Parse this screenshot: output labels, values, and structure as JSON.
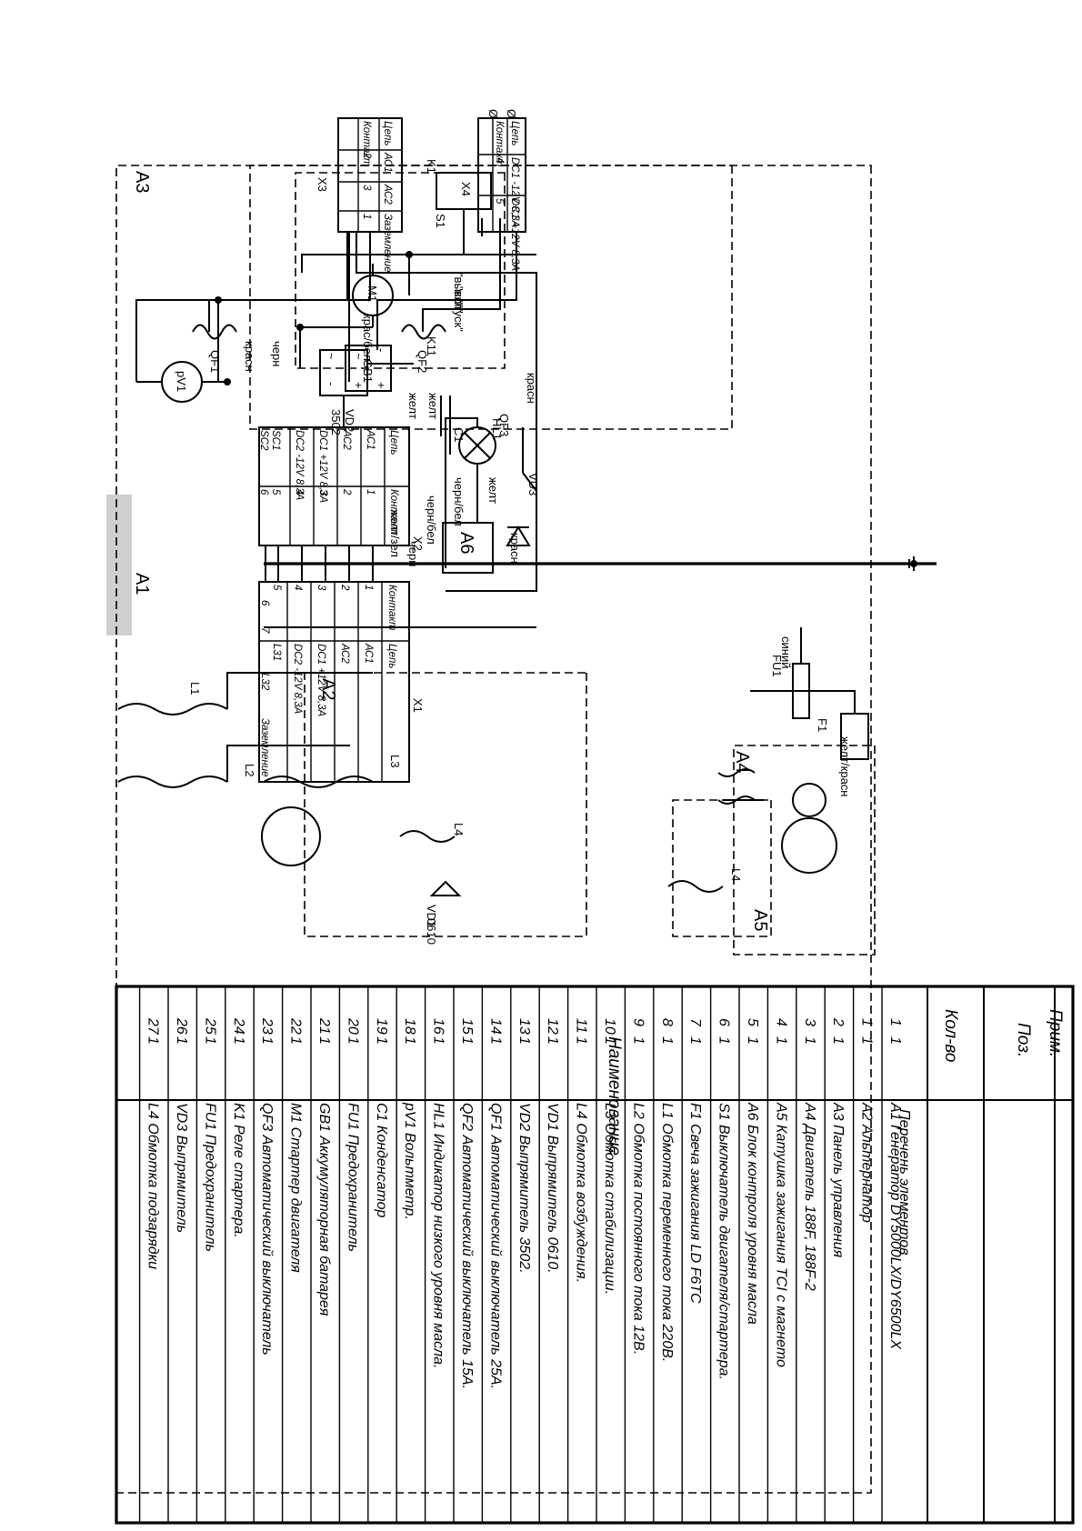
{
  "title_block": {
    "headers": {
      "pos": "Поз.",
      "name": "Наименование",
      "qty": "Кол-во",
      "note": "Прим."
    },
    "list_title": "Перечень элементов",
    "rows": [
      {
        "pos": "1",
        "name": "А1 Генератор DY5000LX/DY6500LX",
        "qty": "1"
      },
      {
        "pos": "1",
        "name": "А2 Альтернатор",
        "qty": "1"
      },
      {
        "pos": "2",
        "name": "А3 Панель управления",
        "qty": "1"
      },
      {
        "pos": "3",
        "name": "А4 Двигатель 188F, 188F-2",
        "qty": "1"
      },
      {
        "pos": "4",
        "name": "А5 Катушка зажигания ТCI с магнето",
        "qty": "1"
      },
      {
        "pos": "5",
        "name": "А6 Блок контроля уровня масла",
        "qty": "1"
      },
      {
        "pos": "6",
        "name": "S1 Выключатель двигателя/стартера.",
        "qty": "1"
      },
      {
        "pos": "7",
        "name": "F1 Свеча зажигания LD F6TC",
        "qty": "1"
      },
      {
        "pos": "8",
        "name": "L1 Обмотка переменного тока 220В.",
        "qty": "1"
      },
      {
        "pos": "9",
        "name": "L2 Обмотка постоянного тока 12В.",
        "qty": "1"
      },
      {
        "pos": "10",
        "name": "L3 Обмотка стабилизации.",
        "qty": "1"
      },
      {
        "pos": "11",
        "name": "L4 Обмотка возбуждения.",
        "qty": "1"
      },
      {
        "pos": "12",
        "name": "VD1 Выпрямитель 0610.",
        "qty": "1"
      },
      {
        "pos": "13",
        "name": "VD2 Выпрямитель 3502.",
        "qty": "1"
      },
      {
        "pos": "14",
        "name": "QF1 Автоматический выключатель 25А.",
        "qty": "1"
      },
      {
        "pos": "15",
        "name": "QF2 Автоматический выключатель 15А.",
        "qty": "1"
      },
      {
        "pos": "16",
        "name": "HL1 Индикатор низкого уровня масла.",
        "qty": "1"
      },
      {
        "pos": "18",
        "name": "pV1 Вольтметр.",
        "qty": "1"
      },
      {
        "pos": "19",
        "name": "C1 Конденсатор",
        "qty": "1"
      },
      {
        "pos": "20",
        "name": "FU1 Предохранитель",
        "qty": "1"
      },
      {
        "pos": "21",
        "name": "GB1 Аккумуляторная батарея",
        "qty": "1"
      },
      {
        "pos": "22",
        "name": "M1 Стартер двигателя",
        "qty": "1"
      },
      {
        "pos": "23",
        "name": "QF3 Автоматический выключатель",
        "qty": "1"
      },
      {
        "pos": "24",
        "name": "K1 Реле стартера.",
        "qty": "1"
      },
      {
        "pos": "25",
        "name": "FU1 Предохранитель",
        "qty": "1"
      },
      {
        "pos": "26",
        "name": "VD3 Выпрямитель",
        "qty": "1"
      },
      {
        "pos": "27",
        "name": "L4 Обмотка подзарядки",
        "qty": "1"
      }
    ]
  },
  "blocks": {
    "a1": "А1",
    "a2": "А2",
    "a3": "А3",
    "a4": "А4",
    "a5": "А5",
    "a6": "А6"
  },
  "connector_headers": {
    "circuit": "Цепь",
    "contact": "Контакт"
  },
  "x1": {
    "ref": "X1",
    "circuits": [
      "АС1",
      "АС2",
      "DC1 +12V 8,3A",
      "DC2 -12V 8,3A",
      "L31",
      "L32",
      "Заземление"
    ],
    "contacts": [
      "1",
      "2",
      "3",
      "4",
      "5",
      "6",
      "7"
    ]
  },
  "x2": {
    "ref": "X2",
    "circuits": [
      "АС1",
      "АС2",
      "DC1 +12V 8,3A",
      "DC2 -12V 8,3A",
      "SC1",
      "SC2"
    ],
    "contacts": [
      "1",
      "2",
      "3",
      "4",
      "5",
      "6"
    ]
  },
  "x3": {
    "ref": "X3",
    "circuits": [
      "АС1",
      "АС2",
      "Заземление"
    ],
    "contacts": [
      "2",
      "3",
      "1"
    ]
  },
  "x4": {
    "ref": "X4",
    "circuits": [
      "DC1 -12V 8,3A",
      "DC1 +12V 8,3A"
    ],
    "contacts": [
      "4",
      "5"
    ]
  },
  "components": {
    "pv1": "pV1",
    "qf1": "QF1",
    "qf2": "QF2",
    "qf3": "QF3",
    "vd1": "VD1",
    "vd1_sub": "0610",
    "vd2": "VD2",
    "vd2_sub": "3502",
    "vd3": "VD3",
    "c1": "C1",
    "hl1": "HL1",
    "fu1": "FU1",
    "f1": "F1",
    "s1": "S1",
    "k1": "K1",
    "k11": "K11",
    "m1": "M1",
    "gb1": "GB1",
    "l1": "L1",
    "l2": "L2",
    "l3": "L3",
    "l4": "L4",
    "l4b": "L4"
  },
  "switch_positions": {
    "off": "\"выкл\"",
    "on": "\"вкл\"",
    "start": "\"пуск\""
  },
  "wire_colors": {
    "red": "красн",
    "black": "черн",
    "yellow_green": "желт/зел",
    "yellow": "желт",
    "yellow2": "желт",
    "blue": "синий",
    "black_white": "черн/бел",
    "black_white2": "черн/бел",
    "yellow_red": "желт/красн",
    "red_white": "крас/бел",
    "red2": "красн",
    "red3": "красн",
    "black2": "черн",
    "yellow3": "желт"
  }
}
